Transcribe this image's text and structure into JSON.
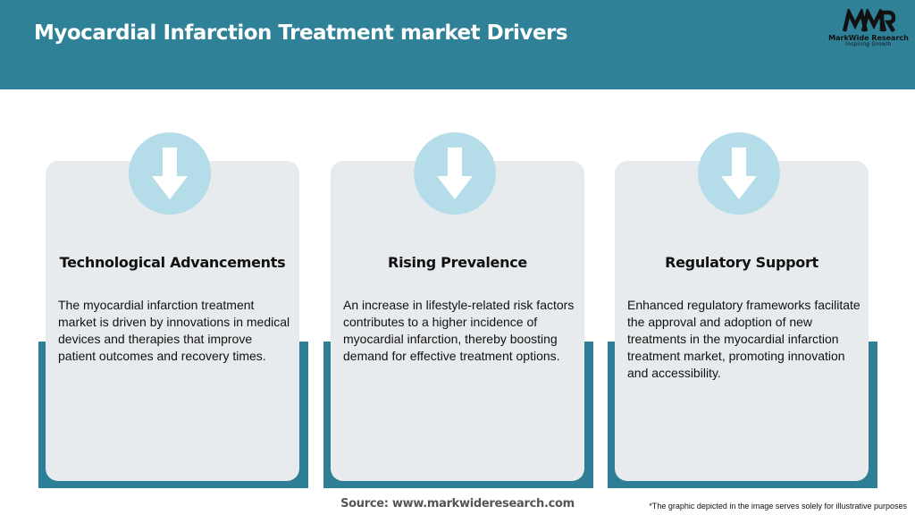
{
  "header": {
    "title": "Myocardial Infarction Treatment market Drivers",
    "background": "#2f8197"
  },
  "logo": {
    "mark": "MWR",
    "name": "MarkWide Research",
    "tagline": "Inspiring Growth"
  },
  "cards": [
    {
      "icon": "down-arrow-icon",
      "title": "Technological Advancements",
      "body": "The myocardial infarction treatment market is driven by innovations in medical devices and therapies that improve patient outcomes and recovery times."
    },
    {
      "icon": "down-arrow-icon",
      "title": "Rising Prevalence",
      "body": "An increase in lifestyle-related risk factors contributes to a higher incidence of myocardial infarction, thereby boosting demand for effective treatment options."
    },
    {
      "icon": "down-arrow-icon",
      "title": "Regulatory Support",
      "body": "Enhanced regulatory frameworks facilitate the approval and adoption of new treatments in the myocardial infarction treatment market, promoting innovation and accessibility."
    }
  ],
  "colors": {
    "accent": "#2e7f95",
    "card": "#e8ebed",
    "circle": "#b4dde9"
  },
  "footer": {
    "source": "Source: www.markwideresearch.com",
    "disclaimer": "*The graphic depicted in the image serves solely for illustrative purposes"
  }
}
